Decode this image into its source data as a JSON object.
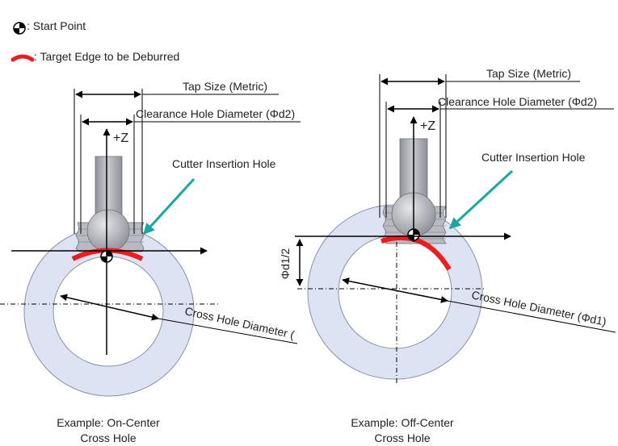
{
  "legend": {
    "start_point": ": Start Point",
    "target_edge": ": Target Edge to be Deburred"
  },
  "left": {
    "tap_size": "Tap Size (Metric)",
    "clearance": "Clearance Hole Diameter (Φd2)",
    "axis": "+Z",
    "cutter_hole": "Cutter Insertion Hole",
    "cross_hole": "Cross Hole Diameter (",
    "caption_line1": "Example: On-Center",
    "caption_line2": "Cross Hole"
  },
  "right": {
    "tap_size": "Tap Size (Metric)",
    "clearance": "Clearance Hole Diameter (Φd2)",
    "axis": "+Z",
    "cutter_hole": "Cutter Insertion Hole",
    "offset": "Φd1/2",
    "cross_hole": "Cross Hole Diameter (Φd1)",
    "caption_line1": "Example: Off-Center",
    "caption_line2": "Cross Hole"
  },
  "colors": {
    "ring_fill": "#dde3f3",
    "ring_stroke": "#8a90a8",
    "target_edge": "#ee1c1c",
    "leader_arrow": "#1aa6a6",
    "tool_body": "#a6a9b0"
  }
}
